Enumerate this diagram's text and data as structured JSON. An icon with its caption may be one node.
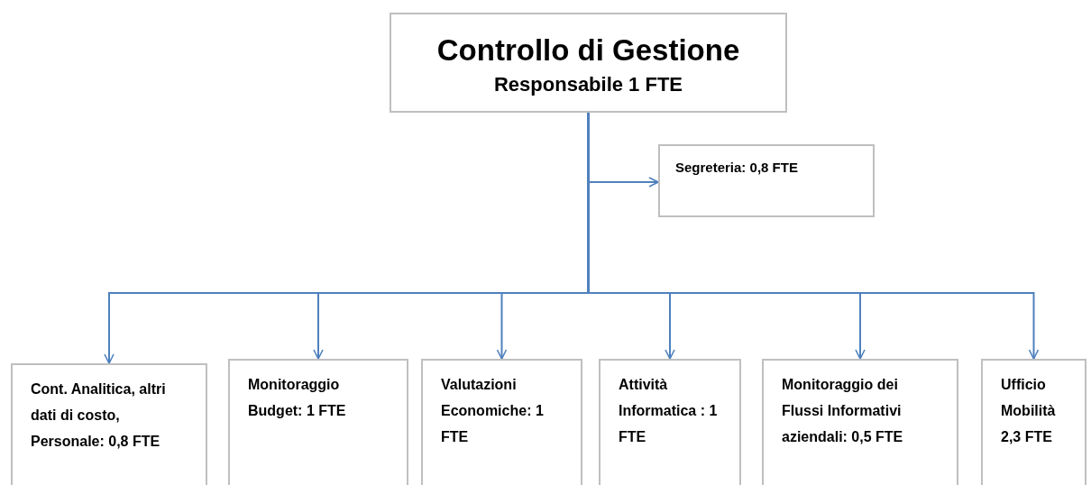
{
  "diagram": {
    "nodes": [
      {
        "text": [
          "Controllo di Gestione",
          "Responsabile 1 FTE"
        ]
      },
      {
        "text": [
          "Segreteria: 0,8 FTE"
        ]
      },
      {
        "text": [
          "Cont. Analitica, altri dati di costo, Personale:  0,8 FTE"
        ]
      },
      {
        "text": [
          "Monitoraggio Budget: 1 FTE"
        ]
      },
      {
        "text": [
          "Valutazioni Economiche: 1 FTE"
        ]
      },
      {
        "text": [
          "Attività Informatica :  1 FTE"
        ]
      },
      {
        "text": [
          "Monitoraggio dei Flussi Informativi aziendali:  0,5 FTE"
        ]
      },
      {
        "text": [
          "Ufficio Mobilità 2,3 FTE"
        ]
      }
    ],
    "edges": [
      {
        "from": 0,
        "to": 1,
        "arrow": "to"
      },
      {
        "from": 0,
        "to": 2,
        "arrow": "to"
      },
      {
        "from": 0,
        "to": 3,
        "arrow": "to"
      },
      {
        "from": 0,
        "to": 4,
        "arrow": "to"
      },
      {
        "from": 0,
        "to": 5,
        "arrow": "to"
      },
      {
        "from": 0,
        "to": 6,
        "arrow": "to"
      },
      {
        "from": 0,
        "to": 7,
        "arrow": "to"
      }
    ]
  }
}
